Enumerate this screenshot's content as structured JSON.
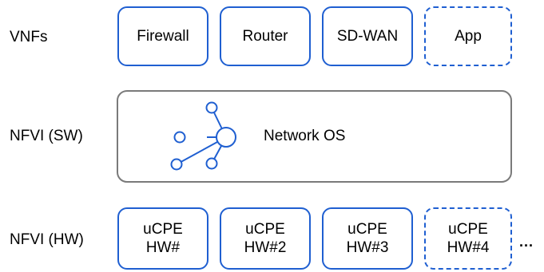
{
  "rows": {
    "vnfs_label": "VNFs",
    "nfvi_sw_label": "NFVI (SW)",
    "nfvi_hw_label": "NFVI (HW)"
  },
  "vnfs": {
    "firewall": "Firewall",
    "router": "Router",
    "sdwan": "SD-WAN",
    "app": "App"
  },
  "nfvi_sw": {
    "os_label": "Network OS",
    "icon": "network-hub-icon"
  },
  "nfvi_hw": {
    "hw1": {
      "line1": "uCPE",
      "line2": "HW#"
    },
    "hw2": {
      "line1": "uCPE",
      "line2": "HW#2"
    },
    "hw3": {
      "line1": "uCPE",
      "line2": "HW#3"
    },
    "hw4": {
      "line1": "uCPE",
      "line2": "HW#4"
    },
    "more": "..."
  },
  "colors": {
    "box_border": "#1f5fd1",
    "panel_border": "#7a7a7a",
    "text": "#000000"
  }
}
